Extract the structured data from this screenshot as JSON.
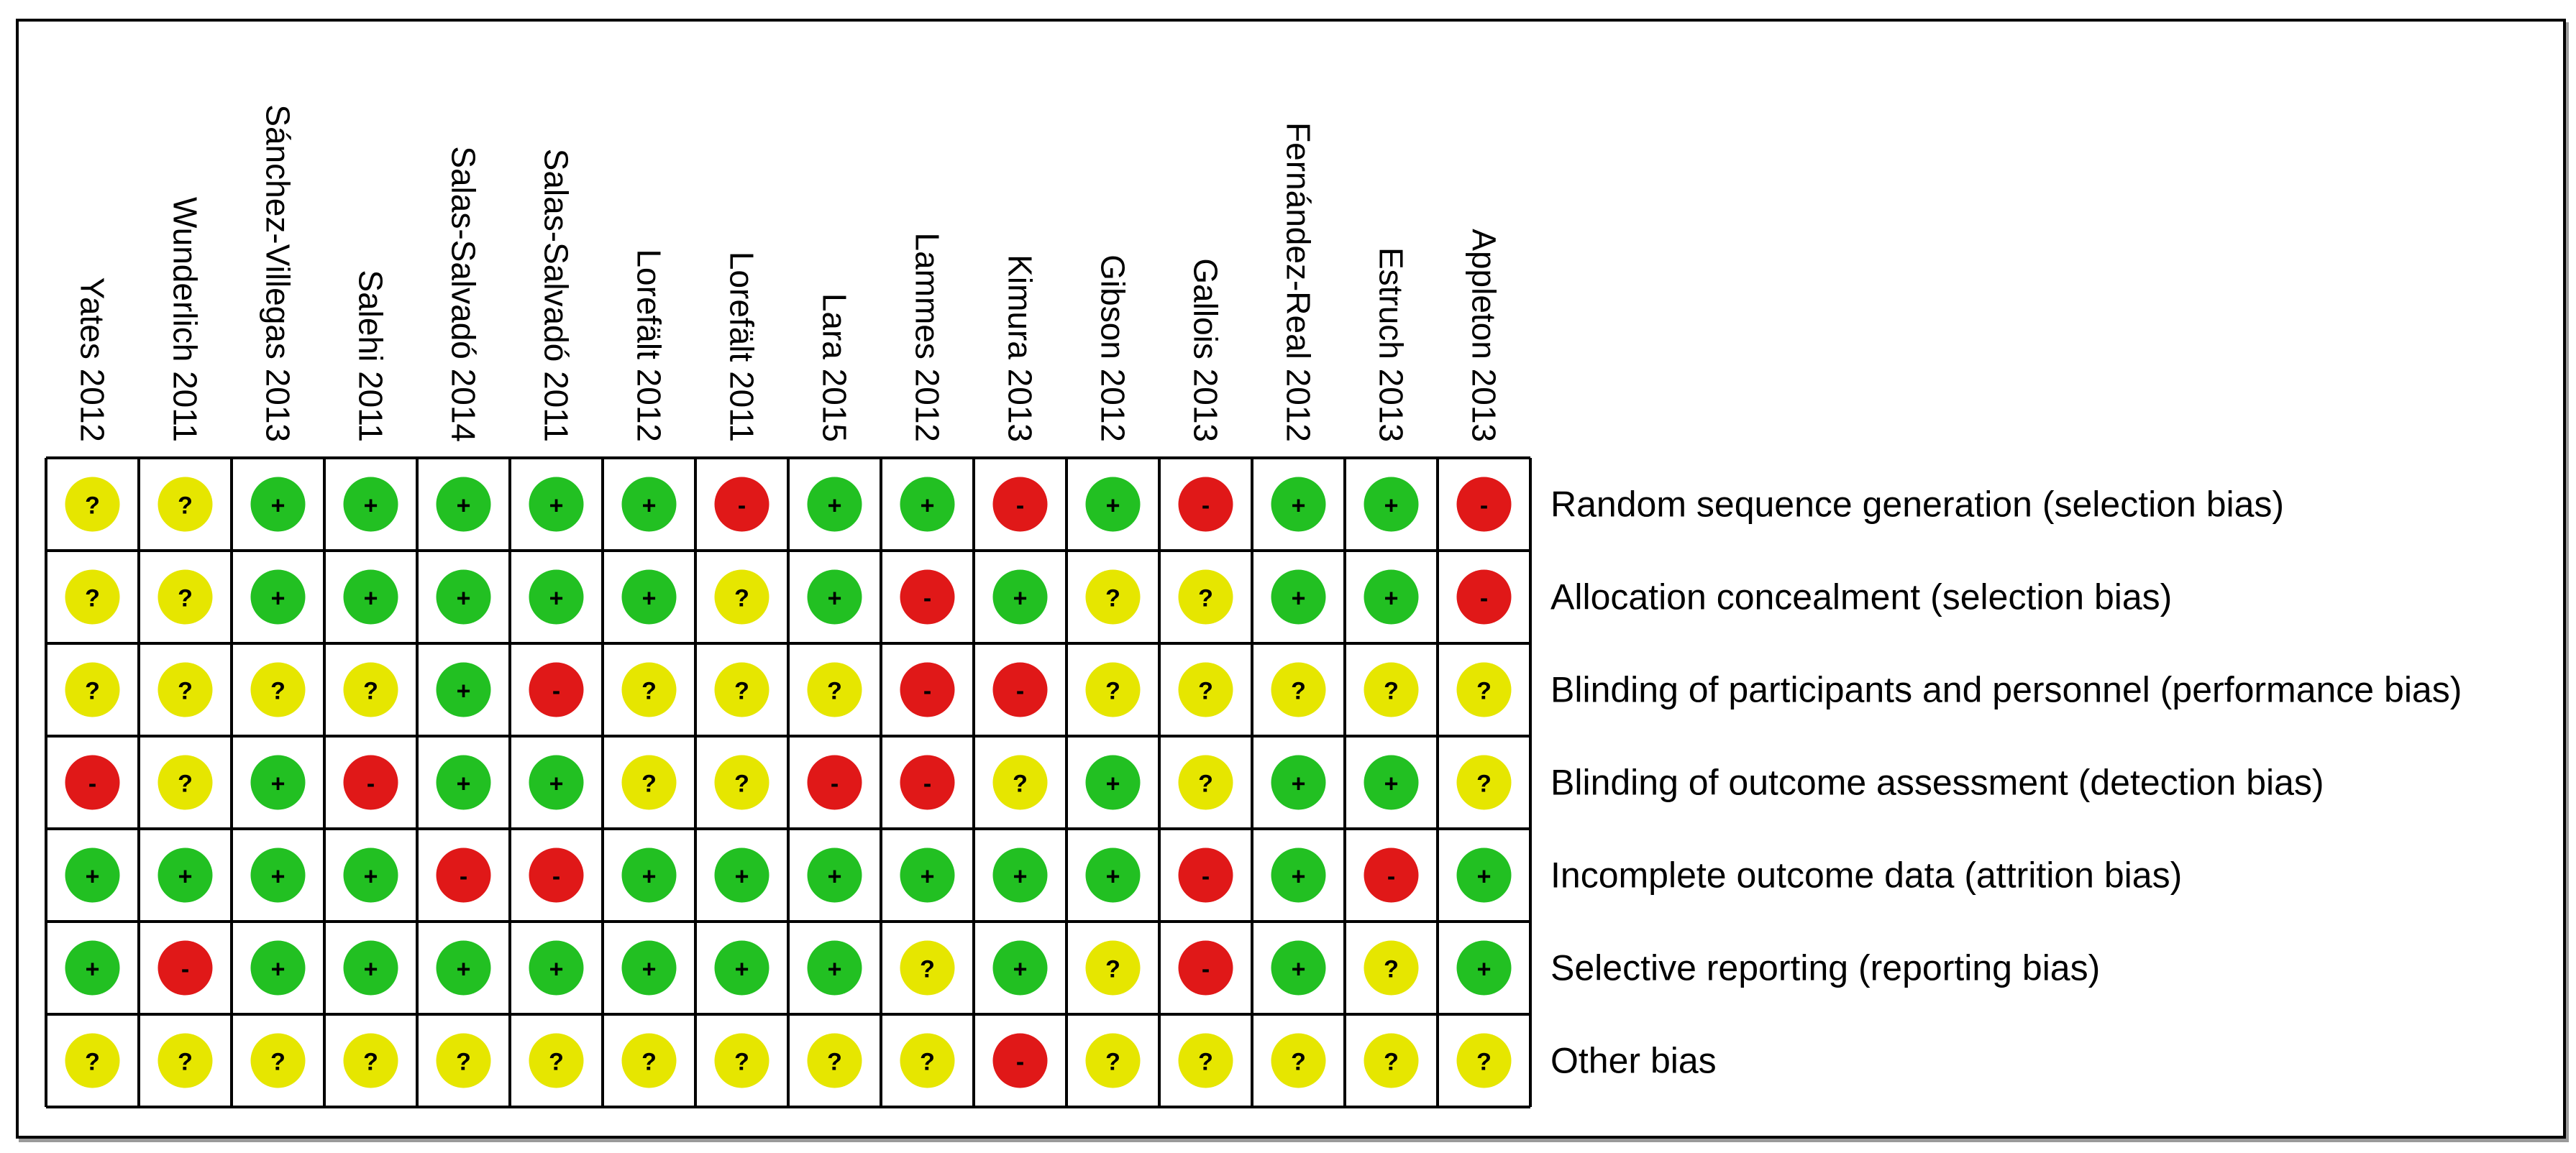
{
  "chart_data": {
    "type": "table",
    "studies": [
      "Yates 2012",
      "Wunderlich 2011",
      "Sánchez-Villegas 2013",
      "Salehi 2011",
      "Salas-Salvadó 2014",
      "Salas-Salvadó 2011",
      "Lorefält 2012",
      "Lorefält 2011",
      "Lara 2015",
      "Lammes 2012",
      "Kimura 2013",
      "Gibson 2012",
      "Gallois 2013",
      "Fernández-Real 2012",
      "Estruch 2013",
      "Appleton 2013"
    ],
    "domains": [
      "Random sequence generation (selection bias)",
      "Allocation concealment (selection bias)",
      "Blinding of participants and personnel (performance bias)",
      "Blinding of outcome assessment (detection bias)",
      "Incomplete outcome data (attrition bias)",
      "Selective reporting (reporting bias)",
      "Other bias"
    ],
    "judgements": [
      [
        "?",
        "?",
        "+",
        "+",
        "+",
        "+",
        "+",
        "-",
        "+",
        "+",
        "-",
        "+",
        "-",
        "+",
        "+",
        "-"
      ],
      [
        "?",
        "?",
        "+",
        "+",
        "+",
        "+",
        "+",
        "?",
        "+",
        "-",
        "+",
        "?",
        "?",
        "+",
        "+",
        "-"
      ],
      [
        "?",
        "?",
        "?",
        "?",
        "+",
        "-",
        "?",
        "?",
        "?",
        "-",
        "-",
        "?",
        "?",
        "?",
        "?",
        "?"
      ],
      [
        "-",
        "?",
        "+",
        "-",
        "+",
        "+",
        "?",
        "?",
        "-",
        "-",
        "?",
        "+",
        "?",
        "+",
        "+",
        "?"
      ],
      [
        "+",
        "+",
        "+",
        "+",
        "-",
        "-",
        "+",
        "+",
        "+",
        "+",
        "+",
        "+",
        "-",
        "+",
        "-",
        "+"
      ],
      [
        "+",
        "-",
        "+",
        "+",
        "+",
        "+",
        "+",
        "+",
        "+",
        "?",
        "+",
        "?",
        "-",
        "+",
        "?",
        "+"
      ],
      [
        "?",
        "?",
        "?",
        "?",
        "?",
        "?",
        "?",
        "?",
        "?",
        "?",
        "-",
        "?",
        "?",
        "?",
        "?",
        "?"
      ]
    ],
    "colors": {
      "low": "#22c022",
      "unclear": "#e6e600",
      "high": "#e01818"
    }
  }
}
